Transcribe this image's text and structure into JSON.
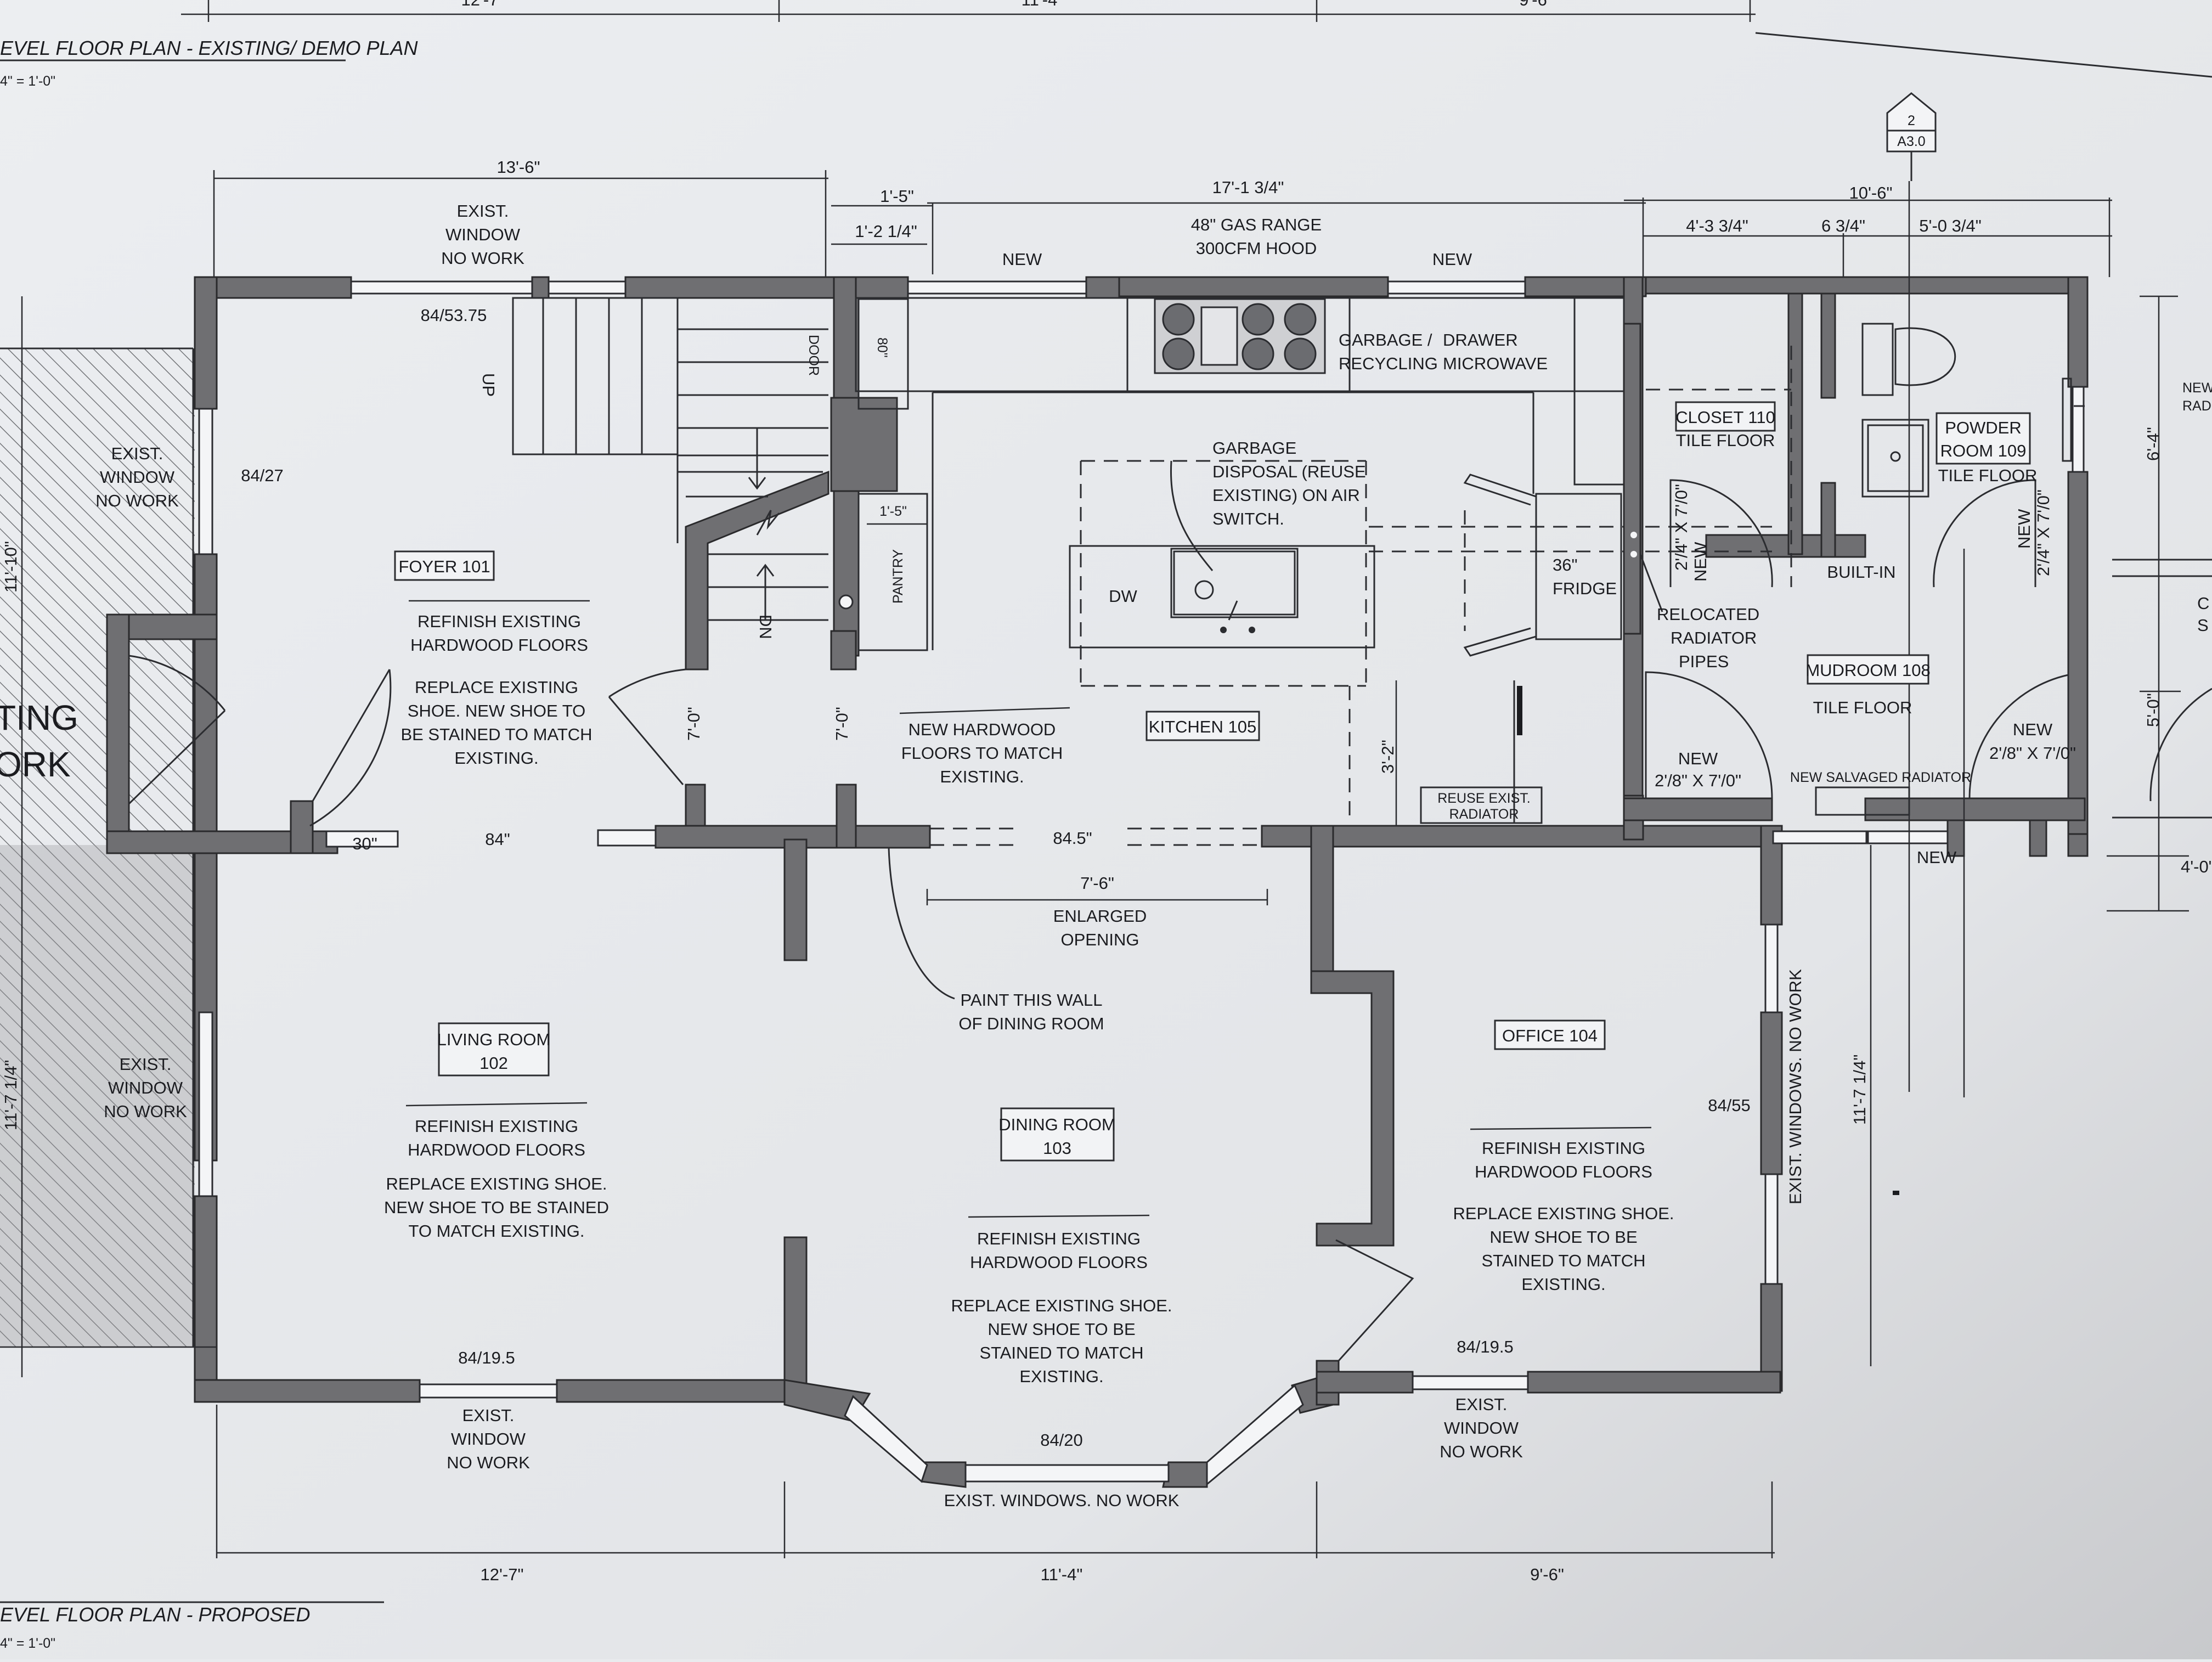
{
  "sheet": {
    "title_existing": "EVEL FLOOR PLAN - EXISTING/ DEMO PLAN",
    "scale_existing": "4\" = 1'-0\"",
    "title_proposed": "EVEL FLOOR PLAN - PROPOSED",
    "scale_proposed": "4\" = 1'-0\"",
    "top_dims_prev": [
      "12'-7\"",
      "11'-4\"",
      "9'-6\""
    ],
    "section_marker": {
      "number": "2",
      "sheet": "A3.0"
    }
  },
  "dimensions": {
    "foyer_width": "13'-6\"",
    "pantry_width": "1'-5\"",
    "pantry_sub": "1'-2 1/4\"",
    "kitchen_width": "17'-1 3/4\"",
    "right_width": "10'-6\"",
    "closet_width": "4'-3 3/4\"",
    "partition": "6 3/4\"",
    "powder_width": "5'-0 3/4\"",
    "left_upper_height": "11'-10\"",
    "left_lower_height": "11'-7 1/4\"",
    "office_height": "11'-7 1/4\"",
    "right_a": "6'-4\"",
    "right_b": "5'-0\"",
    "right_c": "4'-0\"",
    "bottom_living": "12'-7\"",
    "bottom_dining": "11'-4\"",
    "bottom_office": "9'-6\"",
    "opening": "7'-6\"",
    "island_offset": "3'-2\"",
    "pantry_depth": "1'-5\""
  },
  "rooms": [
    {
      "id": "foyer",
      "name": "FOYER 101"
    },
    {
      "id": "living",
      "name": "LIVING ROOM",
      "number": "102"
    },
    {
      "id": "dining",
      "name": "DINING ROOM",
      "number": "103"
    },
    {
      "id": "office",
      "name": "OFFICE 104"
    },
    {
      "id": "kitchen",
      "name": "KITCHEN 105"
    },
    {
      "id": "mudroom",
      "name": "MUDROOM 108"
    },
    {
      "id": "powder",
      "name": "POWDER",
      "number": "ROOM 109"
    },
    {
      "id": "closet",
      "name": "CLOSET 110"
    }
  ],
  "notes": {
    "exist_window": [
      "EXIST.",
      "WINDOW",
      "NO WORK"
    ],
    "window_size_top": "84/53.75",
    "window_size_left": "84/27",
    "window_size_living_bottom": "84/19.5",
    "window_size_office_bottom": "84/19.5",
    "window_size_bay": "84/20",
    "window_size_office_side": "84/55",
    "bay_note": "EXIST. WINDOWS. NO WORK",
    "office_side_note": "EXIST. WINDOWS. NO WORK",
    "new": "NEW",
    "gas_range": [
      "48\" GAS RANGE",
      "300CFM HOOD"
    ],
    "garbage": [
      "GARBAGE /",
      "RECYCLING"
    ],
    "drawer": [
      "DRAWER",
      "MICROWAVE"
    ],
    "disposal": [
      "GARBAGE",
      "DISPOSAL (REUSE",
      "EXISTING) ON AIR",
      "SWITCH."
    ],
    "dw": "DW",
    "fridge": [
      "36\"",
      "FRIDGE"
    ],
    "relocated": [
      "RELOCATED",
      "RADIATOR",
      "PIPES"
    ],
    "built_in": "BUILT-IN",
    "tile_floor": "TILE FLOOR",
    "door_closet": [
      "NEW",
      "2'/4\" X 7'/0\""
    ],
    "door_powder": [
      "NEW",
      "2'/4\" X 7'/0\""
    ],
    "door_mudroom_left": [
      "NEW",
      "2'/8\" X 7'/0\""
    ],
    "door_mudroom_right": [
      "NEW",
      "2'/8\" X 7'/0\""
    ],
    "salvaged": "NEW SALVAGED RADIATOR",
    "reuse_radiator": [
      "REUSE EXIST.",
      "RADIATOR"
    ],
    "kitchen_floor": [
      "NEW HARDWOOD",
      "FLOORS TO MATCH",
      "EXISTING."
    ],
    "enlarged": [
      "ENLARGED",
      "OPENING"
    ],
    "opening_height": "84.5\"",
    "paint": [
      "PAINT THIS WALL",
      "OF DINING ROOM"
    ],
    "refinish": [
      "REFINISH EXISTING",
      "HARDWOOD FLOORS"
    ],
    "foyer_shoe": [
      "REPLACE EXISTING",
      "SHOE.  NEW SHOE TO",
      "BE STAINED TO MATCH",
      "EXISTING."
    ],
    "living_shoe": [
      "REPLACE EXISTING SHOE.",
      "NEW SHOE TO BE STAINED",
      "TO MATCH EXISTING."
    ],
    "dining_shoe": [
      "REPLACE EXISTING SHOE.",
      "NEW SHOE TO BE",
      "STAINED TO MATCH",
      "EXISTING."
    ],
    "office_shoe": [
      "REPLACE EXISTING SHOE.",
      "NEW SHOE TO BE",
      "STAINED TO MATCH",
      "EXISTING."
    ],
    "door_height": "7'-0\"",
    "up": "UP",
    "dn": "DN",
    "door": "DOOR",
    "door_80": "80\"",
    "pantry": "PANTRY",
    "opening_84": "84\"",
    "stoop_30": "30\"",
    "hatch_text": [
      "TING",
      "ORK"
    ],
    "edge_right": [
      "NEW",
      "RADI",
      "C",
      "S"
    ]
  }
}
